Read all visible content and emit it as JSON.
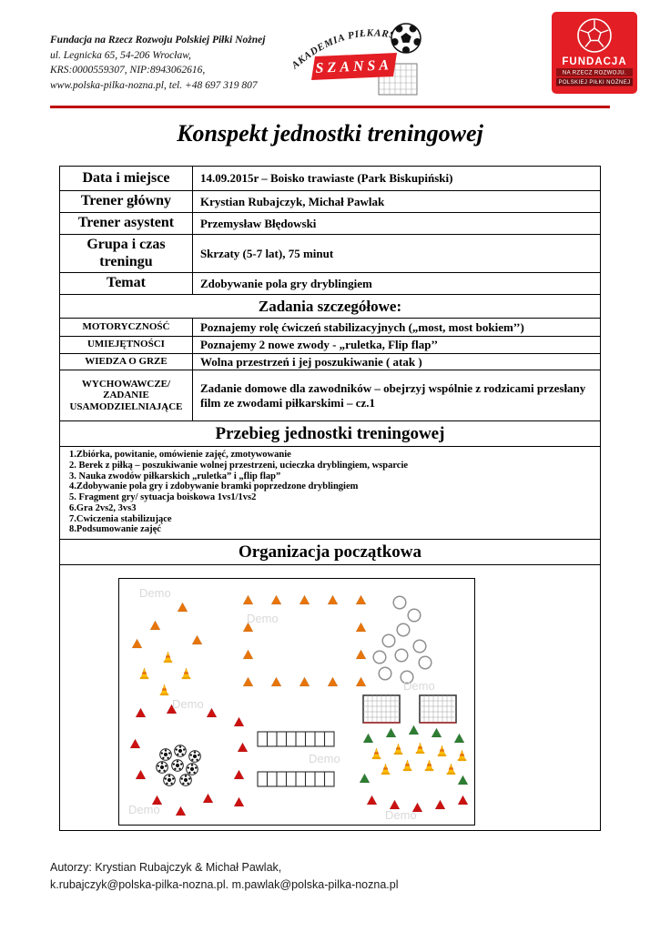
{
  "header": {
    "org_lines": [
      "Fundacja na Rzecz Rozwoju Polskiej Piłki Nożnej",
      "ul. Legnicka 65, 54-206 Wrocław,",
      "KRS:0000559307, NIP:8943062616,",
      "www.polska-pilka-nozna.pl, tel. +48 697 319 807"
    ],
    "academy_logo": {
      "arc_text": "AKADEMIA PIŁKARSKA",
      "name": "SZANSA"
    },
    "foundation_logo": {
      "name": "FUNDACJA",
      "line2": "NA RZECZ ROZWOJU.",
      "line3": "POLSKIEJ PIŁKI NOŻNEJ"
    },
    "rule_color": "#c00000"
  },
  "title": "Konspekt jednostki treningowej",
  "table": {
    "info_rows": [
      {
        "label": "Data i miejsce",
        "value": "14.09.2015r – Boisko trawiaste (Park Biskupiński)"
      },
      {
        "label": "Trener główny",
        "value": "Krystian Rubajczyk, Michał Pawlak"
      },
      {
        "label": "Trener asystent",
        "value": "Przemysław Błędowski"
      },
      {
        "label": "Grupa i czas treningu",
        "value": "Skrzaty (5-7 lat), 75 minut"
      },
      {
        "label": "Temat",
        "value": "Zdobywanie pola gry dryblingiem"
      }
    ],
    "section_details_title": "Zadania szczegółowe:",
    "detail_rows": [
      {
        "label": "MOTORYCZNOŚĆ",
        "value": "Poznajemy rolę ćwiczeń stabilizacyjnych („most, most bokiem’’)"
      },
      {
        "label": "UMIEJĘTNOŚCI",
        "value": "Poznajemy 2 nowe zwody - „ruletka, Flip flap’’"
      },
      {
        "label": "WIEDZA O GRZE",
        "value": "Wolna przestrzeń i jej poszukiwanie ( atak )"
      },
      {
        "label": "WYCHOWAWCZE/ ZADANIE USAMODZIELNIAJĄCE",
        "value": "Zadanie domowe dla zawodników – obejrzyj wspólnie z rodzicami przesłany film ze zwodami piłkarskimi – cz.1"
      }
    ],
    "section_plan_title": "Przebieg jednostki treningowej",
    "plan_items": [
      "1.Zbiórka, powitanie, omówienie zajęć, zmotywowanie",
      "2. Berek z piłką – poszukiwanie wolnej przestrzeni, ucieczka dryblingiem, wsparcie",
      "3. Nauka zwodów piłkarskich „ruletka” i „flip flap”",
      "4.Zdobywanie pola gry i zdobywanie bramki poprzedzone dryblingiem",
      "5. Fragment gry/ sytuacja boiskowa 1vs1/1vs2",
      "6.Gra 2vs2, 3vs3",
      "7.Ćwiczenia stabilizujące",
      "8.Podsumowanie zajęć"
    ],
    "section_org_title": "Organizacja początkowa"
  },
  "diagram": {
    "watermark": "Demo",
    "colors": {
      "orange_cone": "#e8750a",
      "yellow_cone": "#ffc000",
      "red_cone": "#cc1111",
      "green_cone": "#2e7d32"
    }
  },
  "footer": {
    "line1": "Autorzy: Krystian Rubajczyk & Michał Pawlak,",
    "line2": "k.rubajczyk@polska-pilka-nozna.pl. m.pawlak@polska-pilka-nozna.pl"
  }
}
